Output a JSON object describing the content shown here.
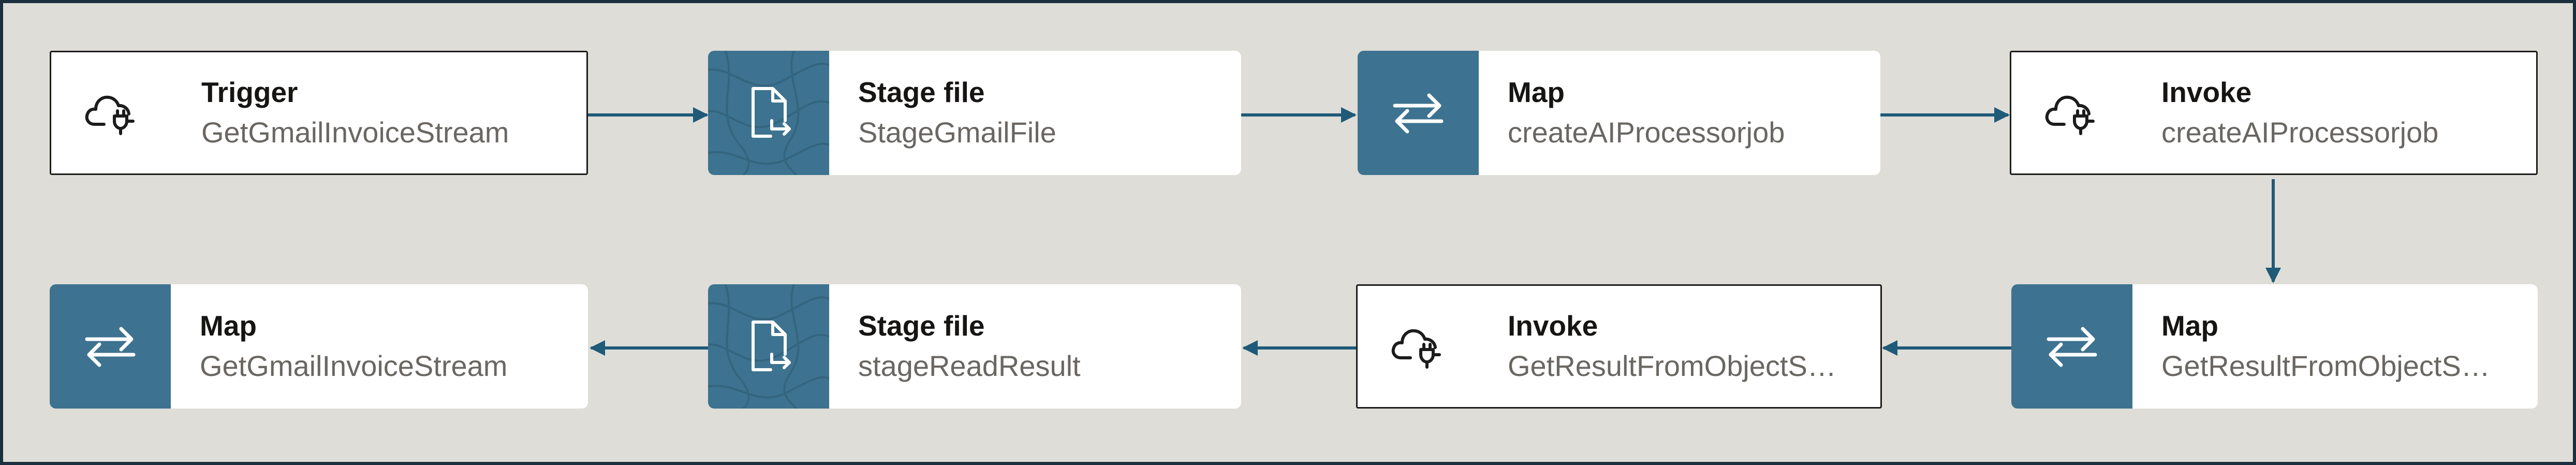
{
  "colors": {
    "canvas": "#deddd7",
    "frame": "#1b2f3f",
    "accent": "#3d7390",
    "connector": "#1f5a78"
  },
  "nodes": [
    {
      "id": "n1",
      "type": "Trigger",
      "name": "GetGmailInvoiceStream",
      "icon": "cloud-plug-icon",
      "style": "outlined"
    },
    {
      "id": "n2",
      "type": "Stage file",
      "name": "StageGmailFile",
      "icon": "stage-file-icon",
      "style": "patterned"
    },
    {
      "id": "n3",
      "type": "Map",
      "name": "createAIProcessorjob",
      "icon": "map-arrows-icon",
      "style": "filled"
    },
    {
      "id": "n4",
      "type": "Invoke",
      "name": "createAIProcessorjob",
      "icon": "cloud-plug-icon",
      "style": "outlined"
    },
    {
      "id": "n5",
      "type": "Map",
      "name": "GetResultFromObjectS…",
      "icon": "map-arrows-icon",
      "style": "filled"
    },
    {
      "id": "n6",
      "type": "Invoke",
      "name": "GetResultFromObjectS…",
      "icon": "cloud-plug-icon",
      "style": "outlined"
    },
    {
      "id": "n7",
      "type": "Stage file",
      "name": "stageReadResult",
      "icon": "stage-file-icon",
      "style": "patterned"
    },
    {
      "id": "n8",
      "type": "Map",
      "name": "GetGmailInvoiceStream",
      "icon": "map-arrows-icon",
      "style": "filled"
    }
  ],
  "connections": [
    {
      "from": "n1",
      "to": "n2"
    },
    {
      "from": "n2",
      "to": "n3"
    },
    {
      "from": "n3",
      "to": "n4"
    },
    {
      "from": "n4",
      "to": "n5"
    },
    {
      "from": "n5",
      "to": "n6"
    },
    {
      "from": "n6",
      "to": "n7"
    },
    {
      "from": "n7",
      "to": "n8"
    }
  ]
}
